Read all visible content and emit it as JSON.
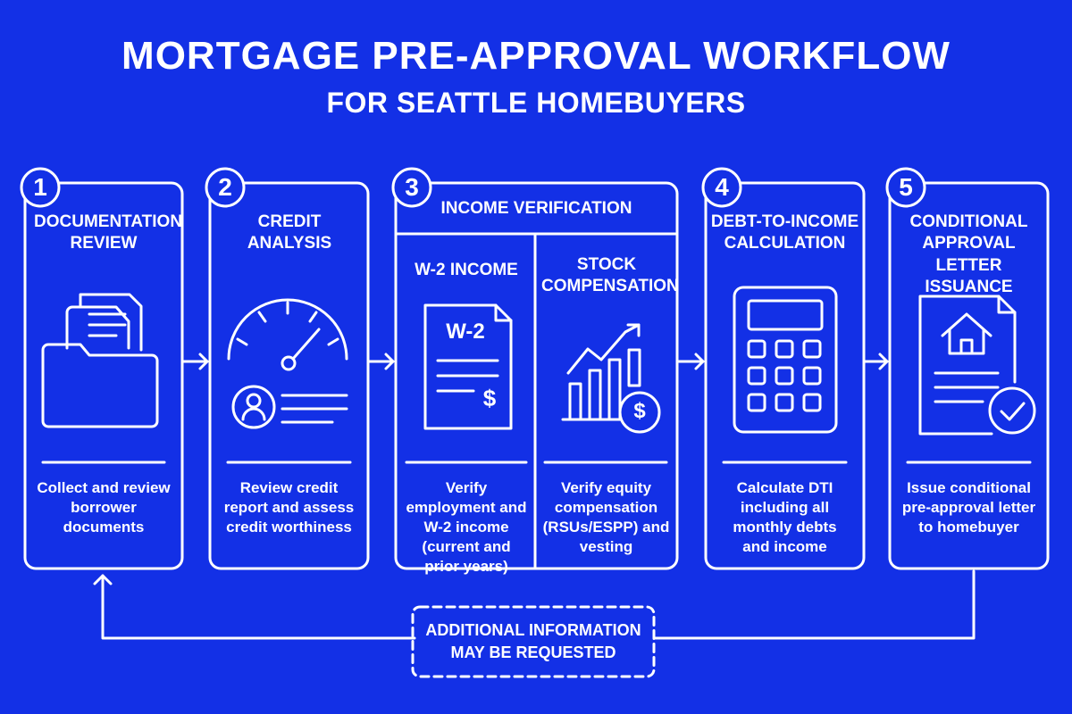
{
  "header": {
    "title": "MORTGAGE PRE-APPROVAL WORKFLOW",
    "subtitle": "FOR SEATTLE HOMEBUYERS"
  },
  "steps": [
    {
      "number": "1",
      "title": "DOCUMENTATION REVIEW",
      "description": "Collect and review borrower documents",
      "icon": "folder-documents-icon"
    },
    {
      "number": "2",
      "title": "CREDIT ANALYSIS",
      "description": "Review credit report and assess credit worthiness",
      "icon": "credit-gauge-icon"
    },
    {
      "number": "3",
      "title": "INCOME VERIFICATION",
      "sub": [
        {
          "title": "W-2 INCOME",
          "description": "Verify employment and W-2 income (current and prior years)",
          "icon": "w2-form-icon",
          "icon_text": "W-2",
          "icon_symbol": "$"
        },
        {
          "title": "STOCK COMPENSATION",
          "description": "Verify equity compensation (RSUs/ESPP) and vesting",
          "icon": "stock-growth-icon",
          "icon_symbol": "$"
        }
      ]
    },
    {
      "number": "4",
      "title": "DEBT-TO-INCOME CALCULATION",
      "description": "Calculate DTI including all monthly debts and income",
      "icon": "calculator-icon"
    },
    {
      "number": "5",
      "title": "CONDITIONAL APPROVAL LETTER ISSUANCE",
      "description": "Issue conditional pre-approval letter to homebuyer",
      "icon": "approval-letter-icon"
    }
  ],
  "feedback": {
    "label": "ADDITIONAL INFORMATION MAY BE REQUESTED"
  },
  "colors": {
    "background": "#1330e6",
    "line": "#ffffff"
  }
}
